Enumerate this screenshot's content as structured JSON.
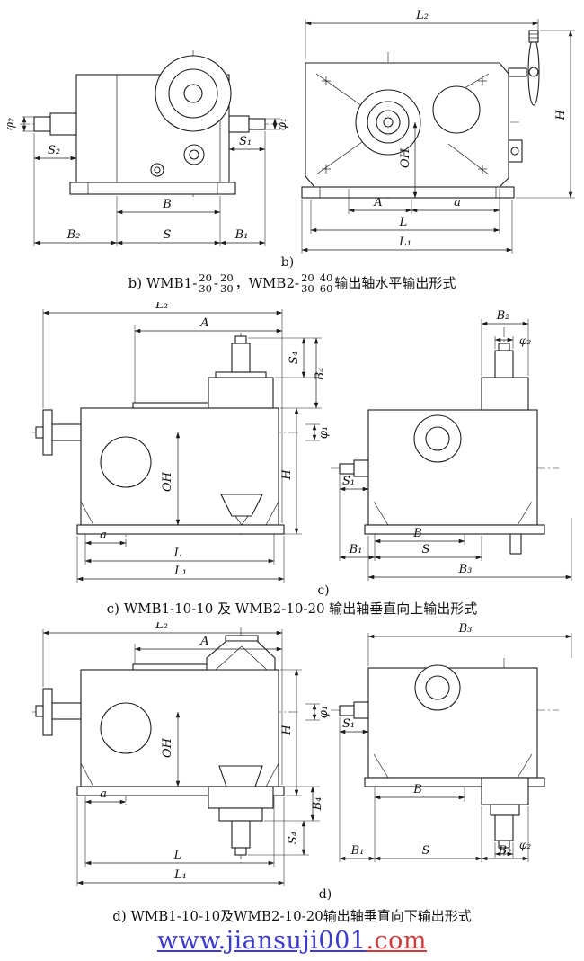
{
  "colors": {
    "line": "#1c1c1c",
    "link_blue": "#3b3bd2",
    "link_red": "#d23b3b"
  },
  "captions": {
    "b": {
      "pre": "b) WMB1-",
      "f1t": "20",
      "f1b": "30",
      "dash": "-",
      "f2t": "20",
      "f2b": "30",
      "mid": "，WMB2-",
      "f3t": "20",
      "f3b": "30",
      "f4t": "40",
      "f4b": "60",
      "suf": "输出轴水平输出形式"
    },
    "c": {
      "text": "c) WMB1-10-10 及 WMB2-10-20 输出轴垂直向上输出形式"
    },
    "d": {
      "text": "d) WMB1-10-10及WMB2-10-20输出轴垂直向下输出形式"
    }
  },
  "dims": {
    "b_left": {
      "phi2": "φ₂",
      "s2": "S₂",
      "s1": "S₁",
      "phi1": "φ₁",
      "b": "B",
      "b2": "B₂",
      "s": "S",
      "b1": "B₁"
    },
    "b_right": {
      "l2": "L₂",
      "h": "H",
      "oh": "OH",
      "A": "A",
      "a": "a",
      "l": "L",
      "l1": "L₁",
      "tag": "b)"
    },
    "c_left": {
      "l2": "L₂",
      "A": "A",
      "s4": "S₄",
      "b4": "B₄",
      "h": "H",
      "phi1": "φ₁",
      "oh": "OH",
      "a": "a",
      "l": "L",
      "l1": "L₁"
    },
    "c_right": {
      "b2": "B₂",
      "phi2": "φ₂",
      "s1": "S₁",
      "b": "B",
      "s": "S",
      "b1": "B₁",
      "b3": "B₃",
      "tag": "c)"
    },
    "d_left": {
      "l2": "L₂",
      "A": "A",
      "h": "H",
      "phi1": "φ₁",
      "oh": "OH",
      "b4": "B₄",
      "s4": "S₄",
      "a": "a",
      "l": "L",
      "l1": "L₁",
      "tag": "d)"
    },
    "d_right": {
      "b3": "B₃",
      "s1": "S₁",
      "b": "B",
      "b1": "B₁",
      "s": "S",
      "b2": "B₂",
      "phi2": "φ₂"
    }
  },
  "footer": {
    "url_main": "www.jiansuji001",
    "url_tld": ".com"
  }
}
